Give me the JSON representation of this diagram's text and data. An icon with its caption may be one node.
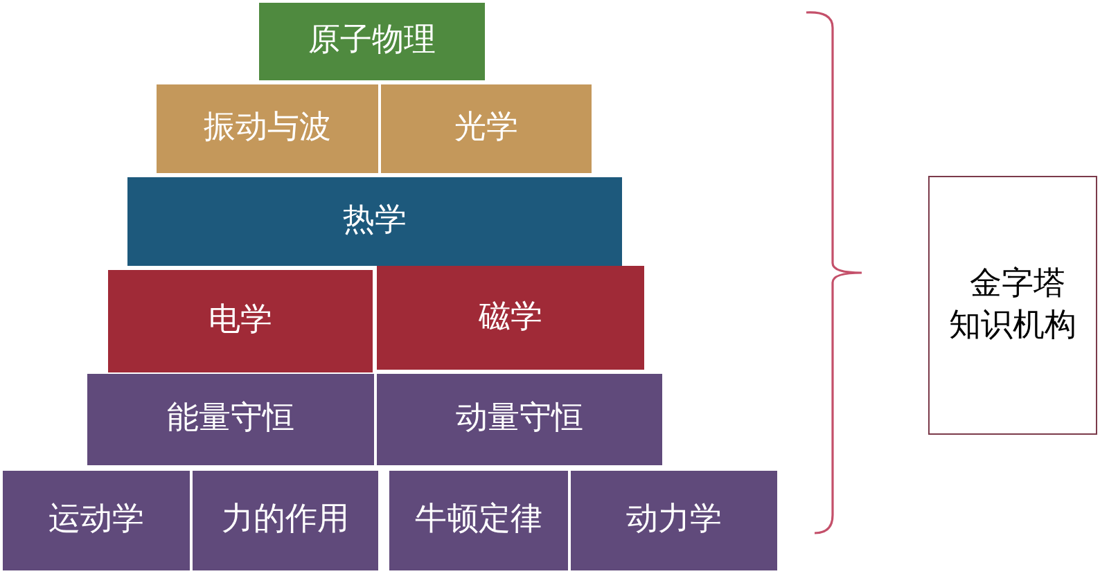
{
  "diagram": {
    "nodes": [
      {
        "text": [
          "原子物理"
        ]
      },
      {
        "text": [
          "振动与波"
        ]
      },
      {
        "text": [
          "光学"
        ]
      },
      {
        "text": [
          "热学"
        ]
      },
      {
        "text": [
          "电学"
        ]
      },
      {
        "text": [
          "磁学"
        ]
      },
      {
        "text": [
          "能量守恒"
        ]
      },
      {
        "text": [
          "动量守恒"
        ]
      },
      {
        "text": [
          "运动学"
        ]
      },
      {
        "text": [
          "力的作用"
        ]
      },
      {
        "text": [
          "牛顿定律"
        ]
      },
      {
        "text": [
          "动力学"
        ]
      },
      {
        "text": [
          "金字塔知识机构"
        ]
      }
    ]
  }
}
